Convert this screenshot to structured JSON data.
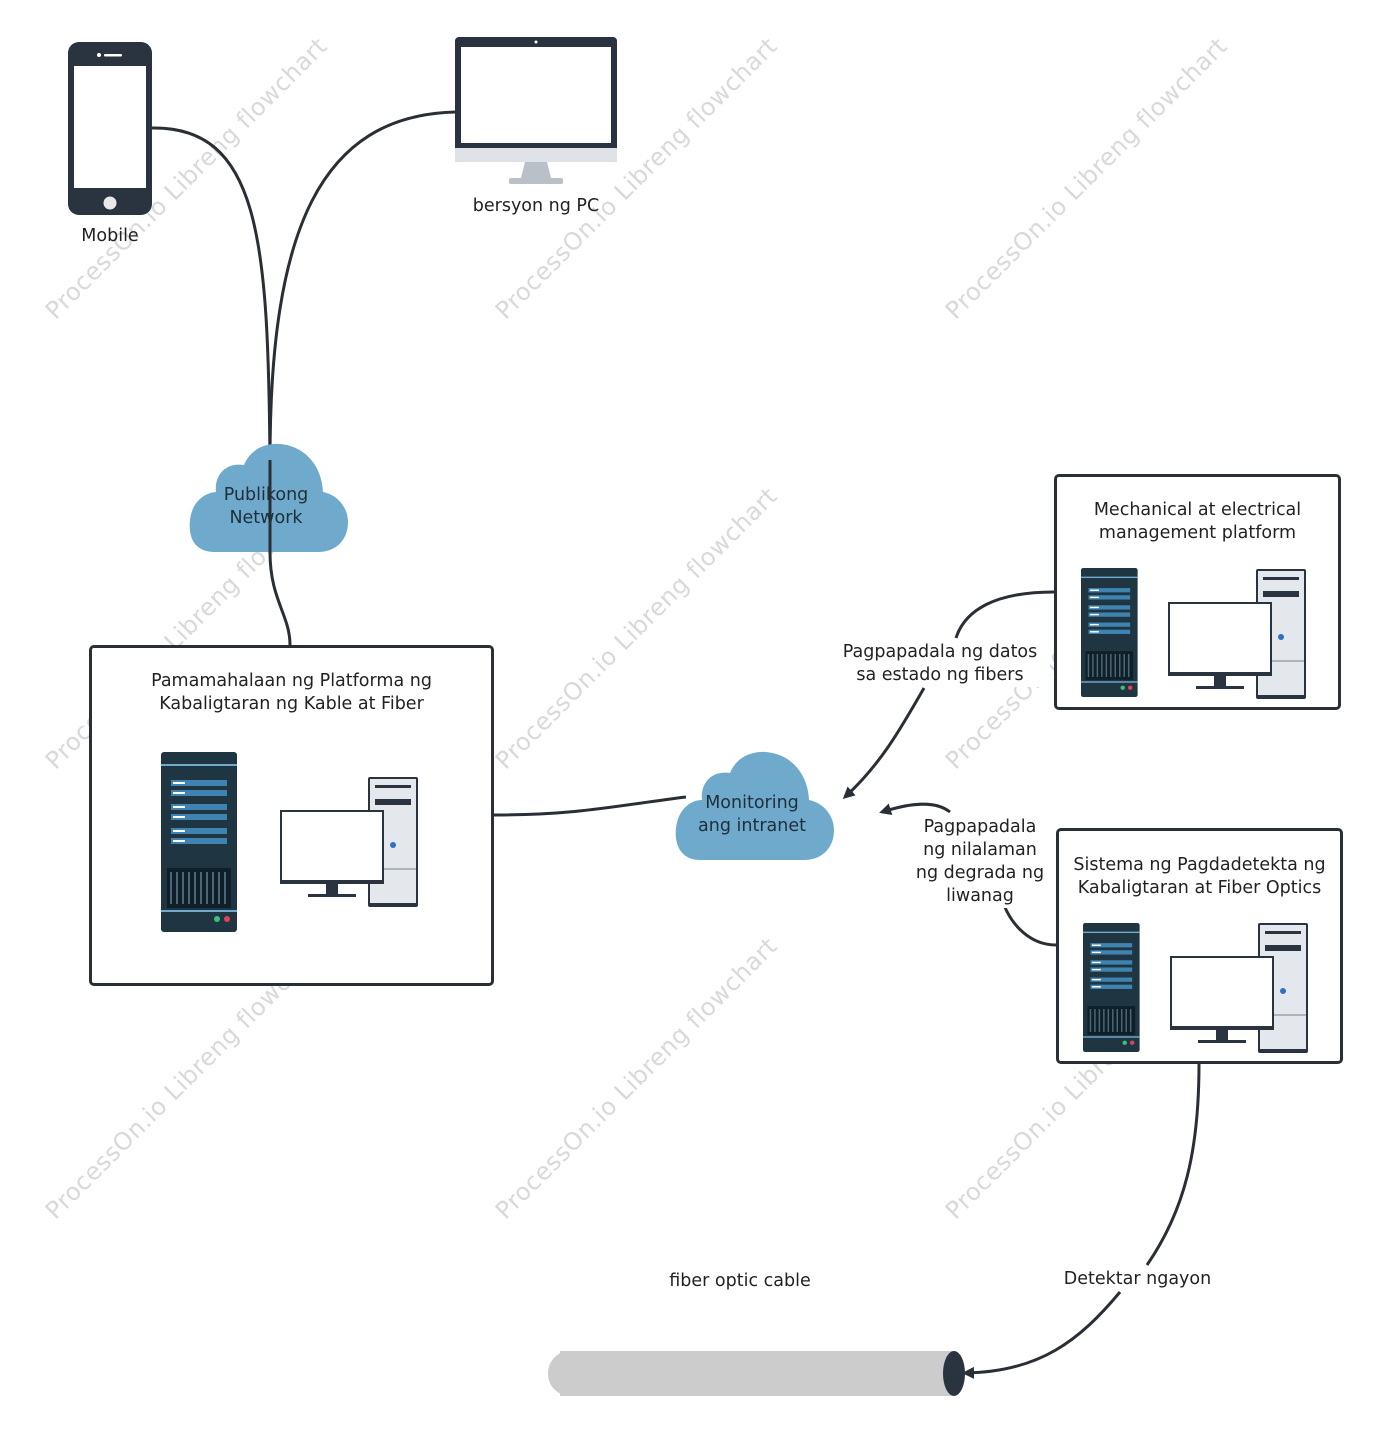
{
  "nodes": {
    "mobile": {
      "label": "Mobile"
    },
    "pc": {
      "label": "bersyon ng PC"
    },
    "public_network": {
      "line1": "Publikong",
      "line2": "Network"
    },
    "management_platform": {
      "line1": "Pamamahalaan ng Platforma ng",
      "line2": "Kabaligtaran ng Kable at Fiber"
    },
    "monitoring": {
      "line1": "Monitoring",
      "line2": "ang intranet"
    },
    "mech_platform": {
      "line1": "Mechanical at electrical",
      "line2": "management platform"
    },
    "detection_system": {
      "line1": "Sistema ng Pagdadetekta ng",
      "line2": "Kabaligtaran at Fiber Optics"
    },
    "fiber_cable": {
      "label": "fiber optic cable"
    }
  },
  "edges": {
    "fiber_status": {
      "line1": "Pagpapadala ng datos",
      "line2": "sa estado ng fibers"
    },
    "light_degradation": {
      "line1": "Pagpapadala",
      "line2": "ng nilalaman",
      "line3": "ng degrada ng",
      "line4": "liwanag"
    },
    "detect_now": {
      "label": "Detektar ngayon"
    }
  },
  "watermark": "ProcessOn.io Libreng flowchart",
  "colors": {
    "cloud": "#6fa9cc",
    "line": "#2a2f36",
    "server_dark": "#1f3542",
    "server_stripe": "#3f83b0",
    "cable": "#cccccc",
    "cable_end": "#2a3340"
  }
}
